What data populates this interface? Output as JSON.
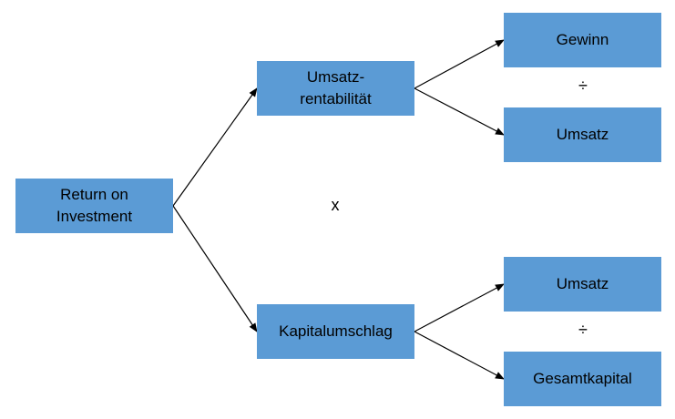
{
  "diagram": {
    "root": {
      "lines": [
        "Return on",
        "Investment"
      ]
    },
    "umsatzrentabilitaet": {
      "lines": [
        "Umsatz-",
        "rentabilität"
      ],
      "numerator": "Gewinn",
      "operator": "÷",
      "denominator": "Umsatz"
    },
    "kapitalumschlag": {
      "lines": [
        "Kapitalumschlag"
      ],
      "numerator": "Umsatz",
      "operator": "÷",
      "denominator": "Gesamtkapital"
    },
    "multiply_operator": "x"
  },
  "colors": {
    "box_fill": "#5b9bd5",
    "edge": "#000000",
    "background": "#ffffff"
  }
}
